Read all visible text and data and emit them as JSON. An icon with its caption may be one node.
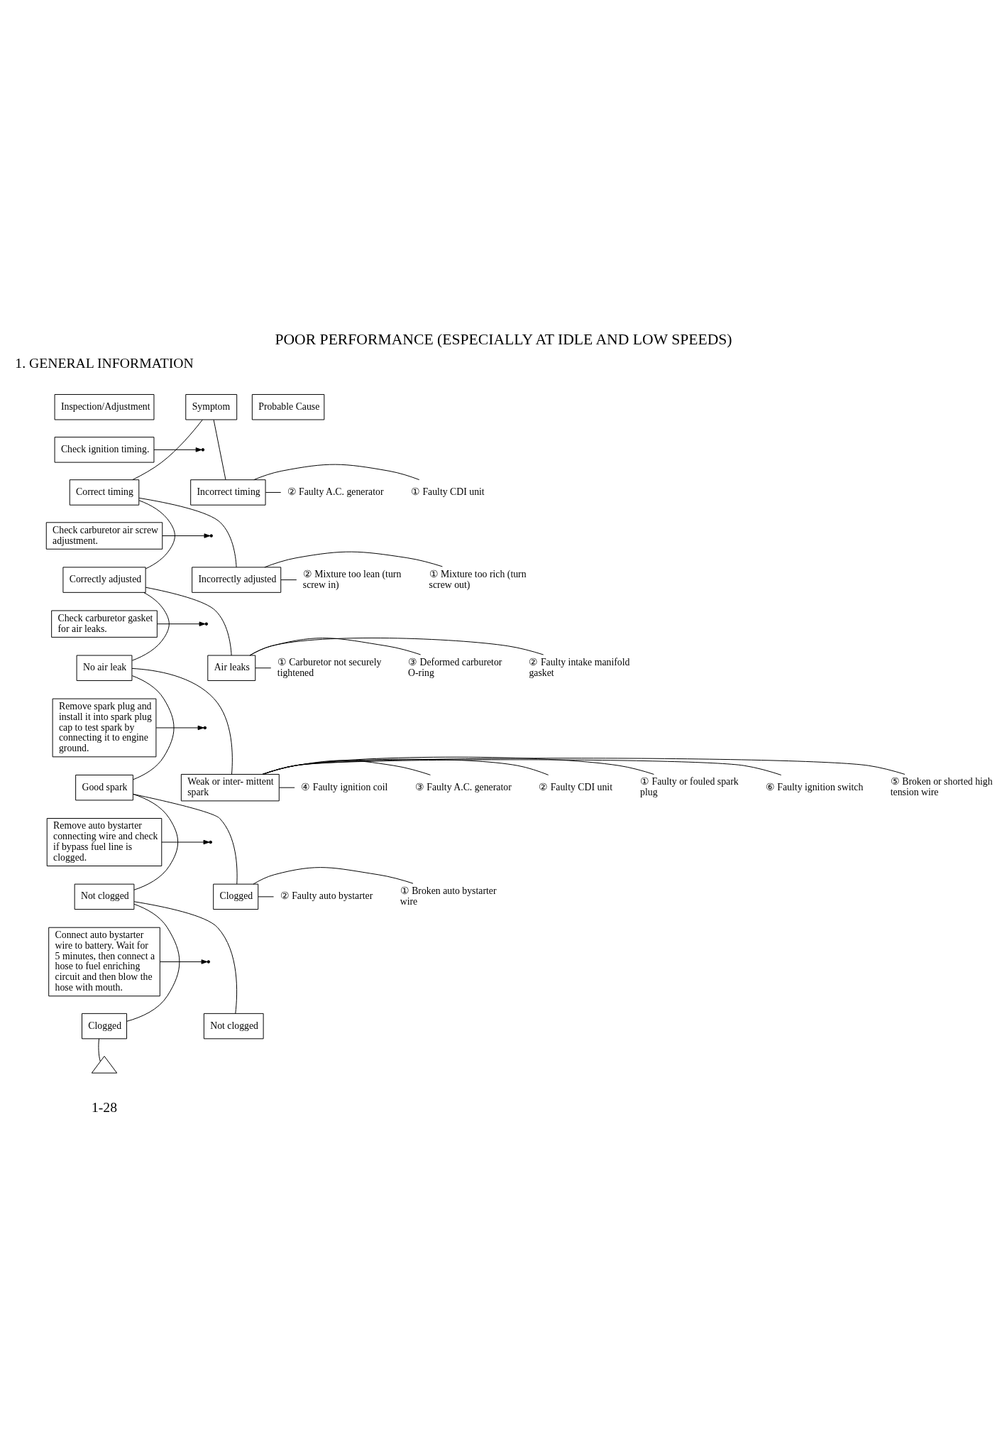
{
  "diagram": {
    "title": "POOR PERFORMANCE (ESPECIALLY AT IDLE AND LOW SPEEDS)",
    "nodes": [
      {
        "text": [
          "Inspection/Adjustment"
        ]
      },
      {
        "text": [
          "Symptom"
        ]
      },
      {
        "text": [
          "Probable Cause"
        ]
      },
      {
        "text": [
          "Check ignition timing."
        ]
      },
      {
        "text": [
          "Correct timing"
        ]
      },
      {
        "text": [
          "Incorrect timing"
        ]
      },
      {
        "text": [
          "① Faulty CDI unit"
        ]
      },
      {
        "text": [
          "② Faulty A.C. generator"
        ]
      },
      {
        "text": [
          "Check carburetor air screw adjustment."
        ]
      },
      {
        "text": [
          "Correctly adjusted"
        ]
      },
      {
        "text": [
          "Incorrectly adjusted"
        ]
      },
      {
        "text": [
          "① Mixture too rich (turn screw out)"
        ]
      },
      {
        "text": [
          "② Mixture too lean (turn screw in)"
        ]
      },
      {
        "text": [
          "Check carburetor gasket for air leaks."
        ]
      },
      {
        "text": [
          "No air leak"
        ]
      },
      {
        "text": [
          "Air leaks"
        ]
      },
      {
        "text": [
          "① Carburetor not securely tightened"
        ]
      },
      {
        "text": [
          "② Faulty intake manifold gasket"
        ]
      },
      {
        "text": [
          "③ Deformed carburetor O-ring"
        ]
      },
      {
        "text": [
          "Remove spark plug and install it into spark plug cap to test spark by connecting it to engine ground."
        ]
      },
      {
        "text": [
          "Good spark"
        ]
      },
      {
        "text": [
          "Weak or inter- mittent spark"
        ]
      },
      {
        "text": [
          "① Faulty or fouled spark plug"
        ]
      },
      {
        "text": [
          "② Faulty CDI unit"
        ]
      },
      {
        "text": [
          "③ Faulty A.C. generator"
        ]
      },
      {
        "text": [
          "④ Faulty ignition coil"
        ]
      },
      {
        "text": [
          "⑤ Broken or shorted high tension wire"
        ]
      },
      {
        "text": [
          "⑥ Faulty ignition switch"
        ]
      },
      {
        "text": [
          "Remove auto bystarter connecting wire and check if bypass fuel line is clogged."
        ]
      },
      {
        "text": [
          "Not clogged"
        ]
      },
      {
        "text": [
          "Clogged"
        ]
      },
      {
        "text": [
          "① Broken auto bystarter wire"
        ]
      },
      {
        "text": [
          "② Faulty auto bystarter"
        ]
      },
      {
        "text": [
          "Connect auto bystarter wire to battery. Wait for 5 minutes, then connect a hose to fuel enriching circuit and then blow the hose with mouth."
        ]
      },
      {
        "text": [
          "Clogged"
        ]
      },
      {
        "text": [
          "Not clogged"
        ]
      },
      {
        "text": [],
        "shape": "triangle"
      }
    ],
    "edges": [
      {
        "from": 1,
        "to": 4,
        "arrow": "none"
      },
      {
        "from": 1,
        "to": 5,
        "arrow": "none"
      },
      {
        "from": 3,
        "to": null,
        "arrow": "to"
      },
      {
        "from": 5,
        "to": 6,
        "arrow": "none"
      },
      {
        "from": 5,
        "to": 7,
        "arrow": "none"
      },
      {
        "from": 4,
        "to": 9,
        "arrow": "none"
      },
      {
        "from": 4,
        "to": 10,
        "arrow": "none"
      },
      {
        "from": 8,
        "to": null,
        "arrow": "to"
      },
      {
        "from": 10,
        "to": 11,
        "arrow": "none"
      },
      {
        "from": 10,
        "to": 12,
        "arrow": "none"
      },
      {
        "from": 9,
        "to": 14,
        "arrow": "none"
      },
      {
        "from": 9,
        "to": 15,
        "arrow": "none"
      },
      {
        "from": 13,
        "to": null,
        "arrow": "to"
      },
      {
        "from": 15,
        "to": 16,
        "arrow": "none"
      },
      {
        "from": 15,
        "to": 17,
        "arrow": "none"
      },
      {
        "from": 15,
        "to": 18,
        "arrow": "none"
      },
      {
        "from": 14,
        "to": 20,
        "arrow": "none"
      },
      {
        "from": 14,
        "to": 21,
        "arrow": "none"
      },
      {
        "from": 19,
        "to": null,
        "arrow": "to"
      },
      {
        "from": 21,
        "to": 22,
        "arrow": "none"
      },
      {
        "from": 21,
        "to": 23,
        "arrow": "none"
      },
      {
        "from": 21,
        "to": 24,
        "arrow": "none"
      },
      {
        "from": 21,
        "to": 25,
        "arrow": "none"
      },
      {
        "from": 21,
        "to": 26,
        "arrow": "none"
      },
      {
        "from": 21,
        "to": 27,
        "arrow": "none"
      },
      {
        "from": 20,
        "to": 29,
        "arrow": "none"
      },
      {
        "from": 20,
        "to": 30,
        "arrow": "none"
      },
      {
        "from": 28,
        "to": null,
        "arrow": "to"
      },
      {
        "from": 30,
        "to": 31,
        "arrow": "none"
      },
      {
        "from": 30,
        "to": 32,
        "arrow": "none"
      },
      {
        "from": 29,
        "to": 34,
        "arrow": "none"
      },
      {
        "from": 29,
        "to": 35,
        "arrow": "none"
      },
      {
        "from": 33,
        "to": null,
        "arrow": "to"
      },
      {
        "from": 34,
        "to": 36,
        "arrow": "none"
      }
    ],
    "labels": [
      "1. GENERAL INFORMATION",
      "1-28"
    ]
  }
}
